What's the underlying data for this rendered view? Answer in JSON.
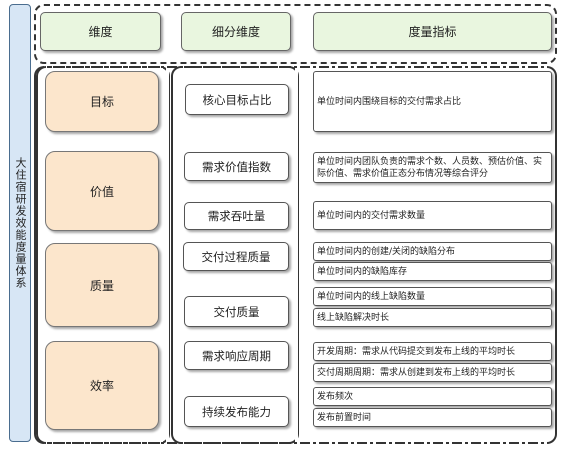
{
  "sidebar": {
    "title": "大住宿研发效能度量体系"
  },
  "header": {
    "dimension": "维度",
    "sub_dimension": "细分维度",
    "metric": "度量指标"
  },
  "rows": {
    "goal": {
      "dimension": "目标",
      "subs": [
        {
          "label": "核心目标占比",
          "metrics": [
            "单位时间内围绕目标的交付需求占比"
          ]
        }
      ]
    },
    "value": {
      "dimension": "价值",
      "subs": [
        {
          "label": "需求价值指数",
          "metrics": [
            "单位时间内团队负责的需求个数、人员数、预估价值、实际价值、需求价值正态分布情况等综合评分"
          ]
        },
        {
          "label": "需求吞吐量",
          "metrics": [
            "单位时间内的交付需求数量"
          ]
        }
      ]
    },
    "quality": {
      "dimension": "质量",
      "subs": [
        {
          "label": "交付过程质量",
          "metrics": [
            "单位时间内的创建/关闭的缺陷分布",
            "单位时间内的缺陷库存"
          ]
        },
        {
          "label": "交付质量",
          "metrics": [
            "单位时间内的线上缺陷数量",
            "线上缺陷解决时长"
          ]
        }
      ]
    },
    "efficiency": {
      "dimension": "效率",
      "subs": [
        {
          "label": "需求响应周期",
          "metrics": [
            "开发周期：需求从代码提交到发布上线的平均时长",
            "交付周期周期：需求从创建到发布上线的平均时长"
          ]
        },
        {
          "label": "持续发布能力",
          "metrics": [
            "发布频次",
            "发布前置时间"
          ]
        }
      ]
    }
  }
}
